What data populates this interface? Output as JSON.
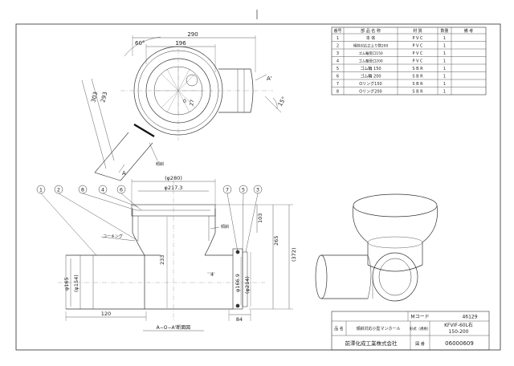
{
  "parts_table": {
    "headers": {
      "no": "番号",
      "name": "部 品 名 称",
      "material": "材 質",
      "qty": "数量",
      "note": "備 考"
    },
    "rows": [
      {
        "no": "1",
        "name": "本 体",
        "material": "P V C",
        "qty": "1"
      },
      {
        "no": "2",
        "name": "傾斜対応立上り管200",
        "material": "P V C",
        "qty": "1"
      },
      {
        "no": "3",
        "name": "ゴム輪受口150",
        "material": "P V C",
        "qty": "1"
      },
      {
        "no": "4",
        "name": "ゴム輪受口200",
        "material": "P V C",
        "qty": "1"
      },
      {
        "no": "5",
        "name": "ゴム輪 150",
        "material": "S B R",
        "qty": "1"
      },
      {
        "no": "6",
        "name": "ゴム輪 200",
        "material": "S B R",
        "qty": "1"
      },
      {
        "no": "7",
        "name": "Oリング150",
        "material": "S B R",
        "qty": "1"
      },
      {
        "no": "8",
        "name": "Oリング200",
        "material": "S B R",
        "qty": "1"
      }
    ]
  },
  "top_view": {
    "dims": {
      "width": "290",
      "inner": "196",
      "angle": "60°",
      "diag1": "303",
      "diag2": "293",
      "angle_small": "15°",
      "r0": "0",
      "r27": "27"
    },
    "labels": {
      "section_a1": "A",
      "section_a2": "A'",
      "slope_note": "傾斜"
    }
  },
  "section_view": {
    "dims": {
      "d280": "(φ280)",
      "d2173": "φ217.3",
      "h103": "103",
      "h265": "265",
      "h372": "(372)",
      "d233": "233",
      "d165": "φ165",
      "d154": "(φ154)",
      "d1669": "φ166.9",
      "d214": "(φ214)",
      "w120": "120",
      "w84": "84",
      "t4": "4"
    },
    "labels": {
      "caulking": "コーキング",
      "slope_note": "傾斜",
      "title": "A−O−A'断面図"
    },
    "callouts": [
      "1",
      "2",
      "8",
      "4",
      "6",
      "7",
      "5",
      "3"
    ]
  },
  "title_block": {
    "mcode_label": "Mコード",
    "mcode_value": "46129",
    "name_label": "品 名",
    "name_value": "傾斜対応小型マンホール",
    "model_label": "形式（規格）",
    "model_value_1": "KFVIF-60L右",
    "model_value_2": "150-200",
    "company": "前澤化成工業株式会社",
    "drawing_no_label": "図 番",
    "drawing_no_value": "06000609"
  }
}
